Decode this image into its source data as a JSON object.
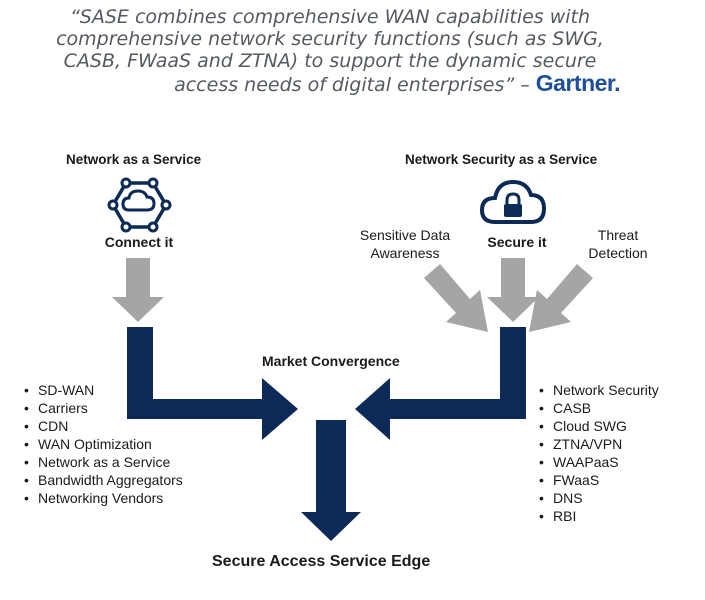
{
  "quote": {
    "line1": "“SASE combines comprehensive WAN capabilities with",
    "line2": "comprehensive network security functions (such as SWG,",
    "line3": "CASB, FWaaS and ZTNA) to support the dynamic secure",
    "line4": "access needs of digital enterprises” –",
    "attribution": "Gartner",
    "attribution_dot": "."
  },
  "left": {
    "heading": "Network as a Service",
    "icon_label": "Connect it",
    "items": [
      "SD-WAN",
      "Carriers",
      "CDN",
      "WAN Optimization",
      "Network as a Service",
      "Bandwidth Aggregators",
      "Networking Vendors"
    ]
  },
  "right": {
    "heading": "Network Security as a Service",
    "icon_label": "Secure it",
    "side_left": "Sensitive Data Awareness",
    "side_right": "Threat Detection",
    "items": [
      "Network Security",
      "CASB",
      "Cloud SWG",
      "ZTNA/VPN",
      "WAAPaaS",
      "FWaaS",
      "DNS",
      "RBI"
    ]
  },
  "center": {
    "convergence_label": "Market Convergence",
    "bottom_label": "Secure Access Service Edge"
  },
  "colors": {
    "navy": "#0b2a57",
    "gray_arrow": "#a5a5a5",
    "quote_text": "#555a60",
    "gartner_blue": "#1f4e9b"
  },
  "icons": {
    "left_icon": "network-hexagon-cloud-icon",
    "right_icon": "cloud-lock-icon"
  }
}
